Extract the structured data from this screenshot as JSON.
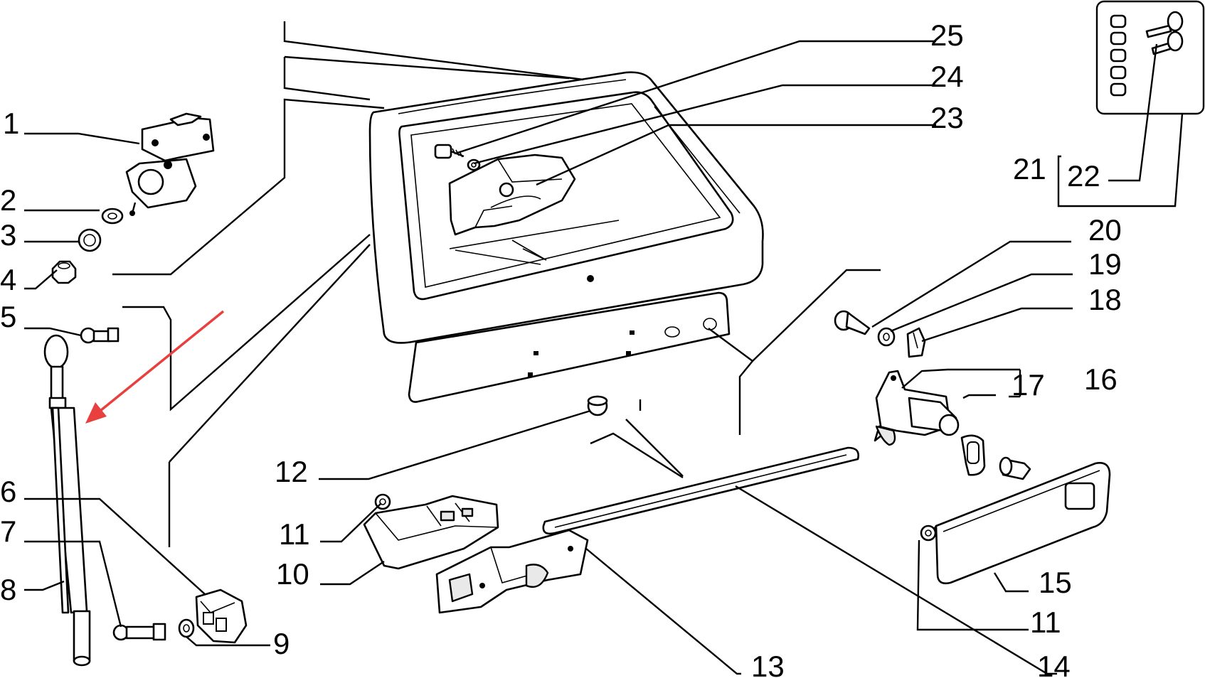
{
  "diagram": {
    "callouts": [
      "1",
      "2",
      "3",
      "4",
      "5",
      "6",
      "7",
      "8",
      "9",
      "10",
      "11",
      "11",
      "12",
      "13",
      "14",
      "15",
      "16",
      "17",
      "18",
      "19",
      "20",
      "21",
      "22",
      "23",
      "24",
      "25"
    ]
  },
  "toolbar": {
    "icons": [
      "fit-page-icon",
      "zoom-in-icon",
      "zoom-out-icon"
    ]
  },
  "colors": {
    "line": "#000000",
    "arrow": "#e8403f",
    "background": "#ffffff"
  }
}
